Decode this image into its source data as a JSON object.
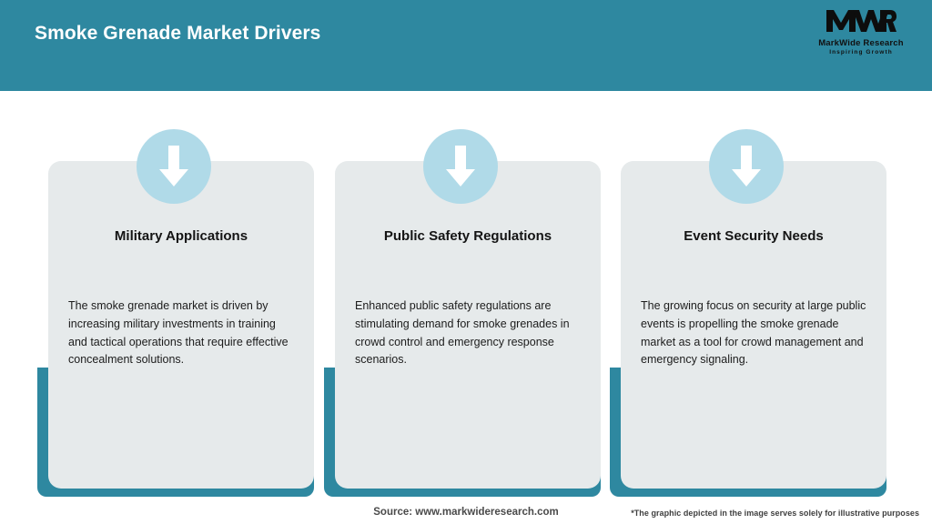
{
  "header": {
    "title": "Smoke Grenade Market Drivers",
    "background_color": "#2E88A0",
    "logo": {
      "mark": "MWR",
      "name": "MarkWide Research",
      "tagline": "Inspiring Growth"
    }
  },
  "theme": {
    "teal": "#2E88A0",
    "card_gray": "#E6EAEB",
    "icon_circle_blue": "#B0DAE8",
    "arrow_white": "#FFFFFF",
    "page_background": "#FFFFFF"
  },
  "cards": [
    {
      "icon": "arrow-down-icon",
      "title": "Military Applications",
      "description": "The smoke grenade market is driven by increasing military investments in training and tactical operations that require effective concealment solutions."
    },
    {
      "icon": "arrow-down-icon",
      "title": "Public Safety Regulations",
      "description": "Enhanced public safety regulations are stimulating demand for smoke grenades in crowd control and emergency response scenarios."
    },
    {
      "icon": "arrow-down-icon",
      "title": "Event Security Needs",
      "description": "The growing focus on security at large public events is propelling the smoke grenade market as a tool for crowd management and emergency signaling."
    }
  ],
  "footer": {
    "source": "Source: www.markwideresearch.com",
    "disclaimer": "*The graphic depicted in the image serves solely for illustrative purposes"
  }
}
